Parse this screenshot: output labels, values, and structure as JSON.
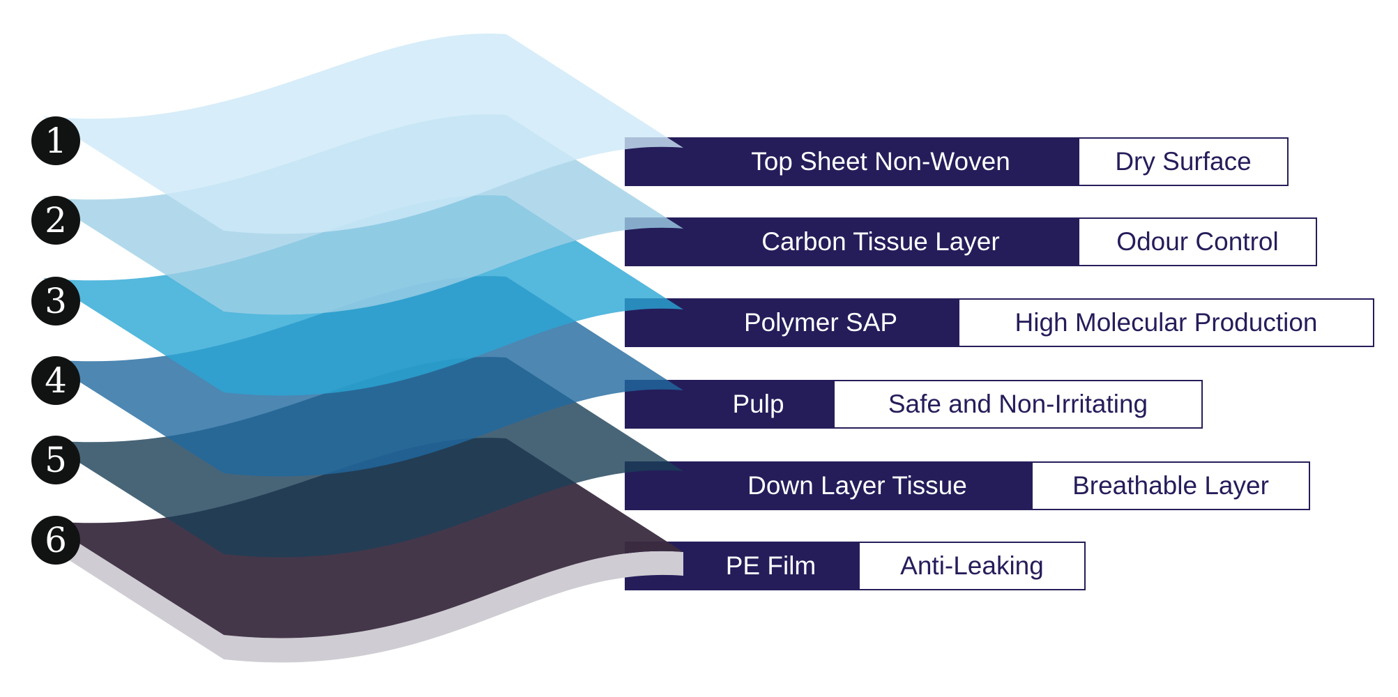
{
  "layers": [
    {
      "number": "1",
      "name": "Top Sheet Non-Woven",
      "benefit": "Dry Surface",
      "color": "#cde9f7"
    },
    {
      "number": "2",
      "name": "Carbon Tissue Layer",
      "benefit": "Odour Control",
      "color": "#9fcfe6"
    },
    {
      "number": "3",
      "name": "Polymer SAP",
      "benefit": "High Molecular Production",
      "color": "#2aa6d4"
    },
    {
      "number": "4",
      "name": "Pulp",
      "benefit": "Safe and Non-Irritating",
      "color": "#21699f"
    },
    {
      "number": "5",
      "name": "Down Layer Tissue",
      "benefit": "Breathable Layer",
      "color": "#1a3f56"
    },
    {
      "number": "6",
      "name": "PE Film",
      "benefit": "Anti-Leaking",
      "color": "#3b2c40"
    }
  ],
  "colors": {
    "banner": "#251d5a",
    "base": "#cfcdd3"
  }
}
